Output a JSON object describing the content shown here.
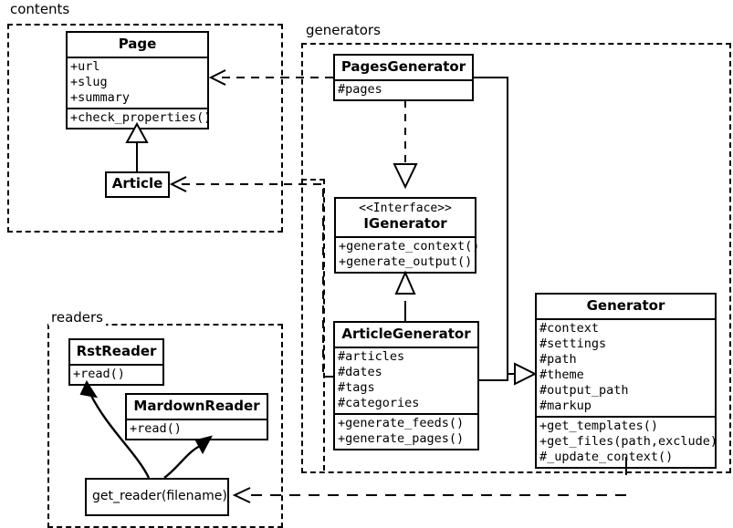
{
  "diagram": {
    "type": "uml-class-diagram",
    "packages": [
      {
        "id": "contents",
        "label": "contents"
      },
      {
        "id": "generators",
        "label": "generators"
      },
      {
        "id": "readers",
        "label": "readers"
      }
    ],
    "classes": [
      {
        "id": "page",
        "name": "Page",
        "package": "contents",
        "stereotype": "",
        "attributes": [
          "+url",
          "+slug",
          "+summary"
        ],
        "methods": [
          "+check_properties()"
        ]
      },
      {
        "id": "article",
        "name": "Article",
        "package": "contents",
        "stereotype": "",
        "attributes": [],
        "methods": []
      },
      {
        "id": "pagesgenerator",
        "name": "PagesGenerator",
        "package": "generators",
        "stereotype": "",
        "attributes": [
          "#pages"
        ],
        "methods": []
      },
      {
        "id": "igenerator",
        "name": "IGenerator",
        "package": "generators",
        "stereotype": "<<Interface>>",
        "attributes": [],
        "methods": [
          "+generate_context()",
          "+generate_output()"
        ]
      },
      {
        "id": "articlegenerator",
        "name": "ArticleGenerator",
        "package": "generators",
        "stereotype": "",
        "attributes": [
          "#articles",
          "#dates",
          "#tags",
          "#categories"
        ],
        "methods": [
          "+generate_feeds()",
          "+generate_pages()"
        ]
      },
      {
        "id": "generator",
        "name": "Generator",
        "package": "generators",
        "stereotype": "",
        "attributes": [
          "#context",
          "#settings",
          "#path",
          "#theme",
          "#output_path",
          "#markup"
        ],
        "methods": [
          "+get_templates()",
          "+get_files(path,exclude)",
          "#_update_context()"
        ]
      },
      {
        "id": "rstreader",
        "name": "RstReader",
        "package": "readers",
        "stereotype": "",
        "attributes": [],
        "methods": [
          "+read()"
        ]
      },
      {
        "id": "mardownreader",
        "name": "MardownReader",
        "package": "readers",
        "stereotype": "",
        "attributes": [],
        "methods": [
          "+read()"
        ]
      },
      {
        "id": "get_reader",
        "name": "get_reader(filename)",
        "package": "readers",
        "stereotype": "",
        "attributes": [],
        "methods": []
      }
    ],
    "relations": [
      {
        "from": "article",
        "to": "page",
        "type": "generalization"
      },
      {
        "from": "pagesgenerator",
        "to": "igenerator",
        "type": "realization"
      },
      {
        "from": "articlegenerator",
        "to": "igenerator",
        "type": "generalization"
      },
      {
        "from": "pagesgenerator",
        "to": "generator",
        "type": "generalization"
      },
      {
        "from": "articlegenerator",
        "to": "generator",
        "type": "generalization"
      },
      {
        "from": "pagesgenerator",
        "to": "page",
        "type": "dependency"
      },
      {
        "from": "articlegenerator",
        "to": "article",
        "type": "dependency"
      },
      {
        "from": "generator",
        "to": "get_reader",
        "type": "dependency"
      },
      {
        "from": "get_reader",
        "to": "rstreader",
        "type": "dependency"
      },
      {
        "from": "get_reader",
        "to": "mardownreader",
        "type": "dependency"
      }
    ],
    "colors": {
      "line": "#000000",
      "background": "#ffffff",
      "box_fill": "#ffffff"
    }
  }
}
